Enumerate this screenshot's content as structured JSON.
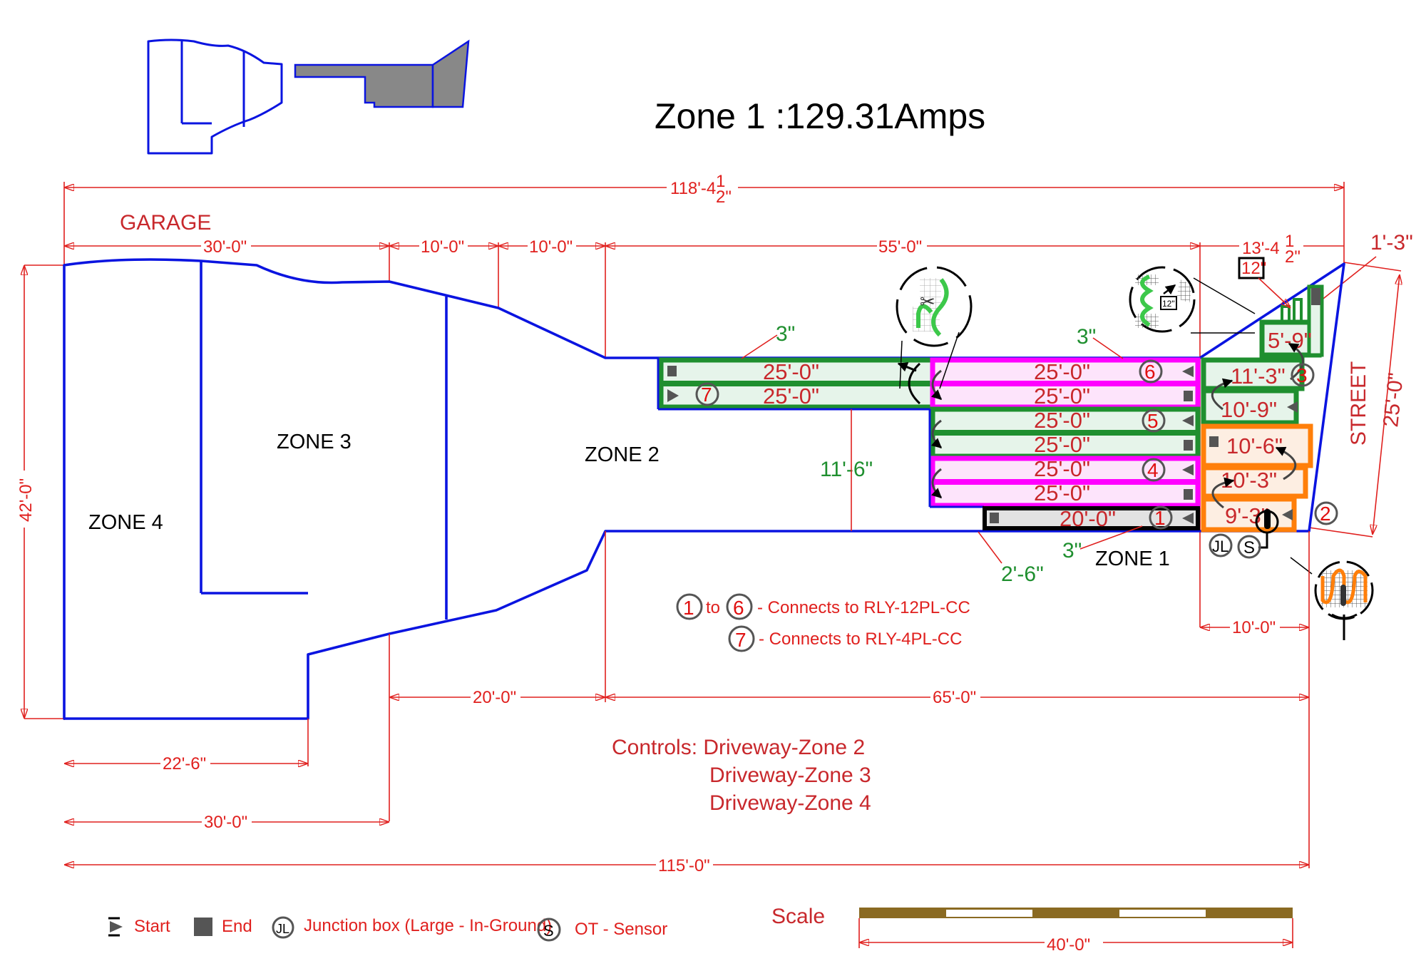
{
  "title": "Zone 1 :129.31Amps",
  "labels": {
    "garage": "GARAGE",
    "street": "STREET",
    "zone1": "ZONE 1",
    "zone2": "ZONE 2",
    "zone3": "ZONE 3",
    "zone4": "ZONE 4",
    "scale": "Scale"
  },
  "dimensions": {
    "overall_top": "118'-4",
    "overall_top_frac": "1/2\"",
    "seg_30": "30'-0\"",
    "seg_10a": "10'-0\"",
    "seg_10b": "10'-0\"",
    "seg_55": "55'-0\"",
    "seg_13": "13'-4",
    "seg_13_frac": "1/2\"",
    "right_1_3": "1'-3\"",
    "street_25": "25'-0\"",
    "left_42": "42'-0\"",
    "bot_20": "20'-0\"",
    "bot_65": "65'-0\"",
    "bot_22_6": "22'-6\"",
    "bot_30": "30'-0\"",
    "bot_115": "115'-0\"",
    "right_10": "10'-0\"",
    "spacing_3a": "3\"",
    "spacing_3b": "3\"",
    "spacing_3c": "3\"",
    "width_11_6": "11'-6\"",
    "offset_2_6": "2'-6\"",
    "inset_12a": "12\"",
    "inset_12b": "12\"",
    "scale_len": "40'-0\""
  },
  "strips": [
    {
      "length": "25'-0\"",
      "circuit": ""
    },
    {
      "length": "25'-0\"",
      "circuit": "7"
    },
    {
      "length": "25'-0\"",
      "circuit": "6"
    },
    {
      "length": "25'-0\"",
      "circuit": ""
    },
    {
      "length": "25'-0\"",
      "circuit": "5"
    },
    {
      "length": "25'-0\"",
      "circuit": ""
    },
    {
      "length": "25'-0\"",
      "circuit": "4"
    },
    {
      "length": "25'-0\"",
      "circuit": ""
    },
    {
      "length": "20'-0\"",
      "circuit": "1"
    }
  ],
  "right_strips": [
    {
      "length": "5'-9\""
    },
    {
      "length": "11'-3\"",
      "circuit": "3"
    },
    {
      "length": "10'-9\""
    },
    {
      "length": "10'-6\""
    },
    {
      "length": "10'-3\""
    },
    {
      "length": "9'-3\"",
      "circuit": "2"
    }
  ],
  "badges": {
    "jl": "JL",
    "s": "S"
  },
  "notes": {
    "n1_from": "1",
    "n1_to_word": "to",
    "n1_to": "6",
    "n1_text": "- Connects to RLY-12PL-CC",
    "n2_num": "7",
    "n2_text": "- Connects to RLY-4PL-CC"
  },
  "controls": {
    "heading": "Controls: Driveway-Zone 2",
    "line2": "Driveway-Zone 3",
    "line3": "Driveway-Zone 4"
  },
  "legend": [
    {
      "icon": "start-icon",
      "label": "Start"
    },
    {
      "icon": "end-icon",
      "label": "End"
    },
    {
      "icon": "junction-box-icon",
      "symbol": "JL",
      "label": "Junction box (Large - In-Ground)"
    },
    {
      "icon": "sensor-icon",
      "symbol": "S",
      "label": "OT - Sensor"
    }
  ],
  "colors": {
    "boundary": "#0a14e0",
    "dimension": "#e0201e",
    "green_cable": "#1f8f2f",
    "magenta_cable": "#ff00ff",
    "orange_cable": "#ff7f0a",
    "scale_bar": "#8a6a22"
  }
}
